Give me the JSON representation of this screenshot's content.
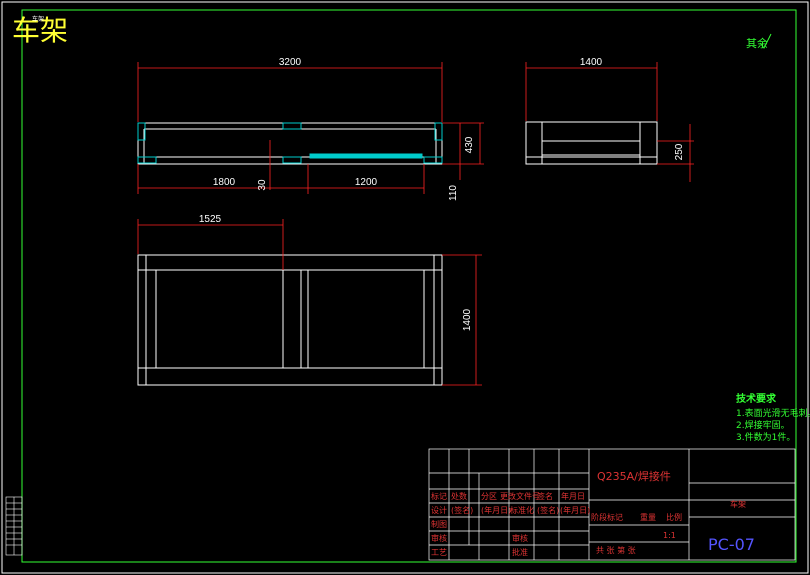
{
  "title": "车架",
  "title_small": "车架",
  "roughness": "其余",
  "dimensions": {
    "top_length": "3200",
    "side_width": "1400",
    "top_height": "430",
    "left_seg": "1800",
    "gap": "30",
    "right_seg": "1200",
    "bottom_offset": "110",
    "side_height": "250",
    "plan_offset": "1525",
    "plan_width": "1400"
  },
  "tech": {
    "heading": "技术要求",
    "items": [
      "1.表面光滑无毛刺。",
      "2.焊接牢固。",
      "3.件数为1件。"
    ]
  },
  "title_block": {
    "material": "Q235A/焊接件",
    "part_name": "车架",
    "drawing_no": "PC-07",
    "scale": "1:1",
    "row_headers": [
      "标记",
      "处数",
      "分区",
      "更改文件号",
      "签名",
      "年月日"
    ],
    "design_row": [
      "设计",
      "(签名)",
      "(年月日)",
      "标准化",
      "(签名)",
      "(年月日)"
    ],
    "labels": [
      "制图",
      "审核",
      "工艺",
      "审核",
      "批准"
    ],
    "stage_headers": [
      "阶段标记",
      "重量",
      "比例"
    ],
    "sheets": "共 张 第 张"
  }
}
